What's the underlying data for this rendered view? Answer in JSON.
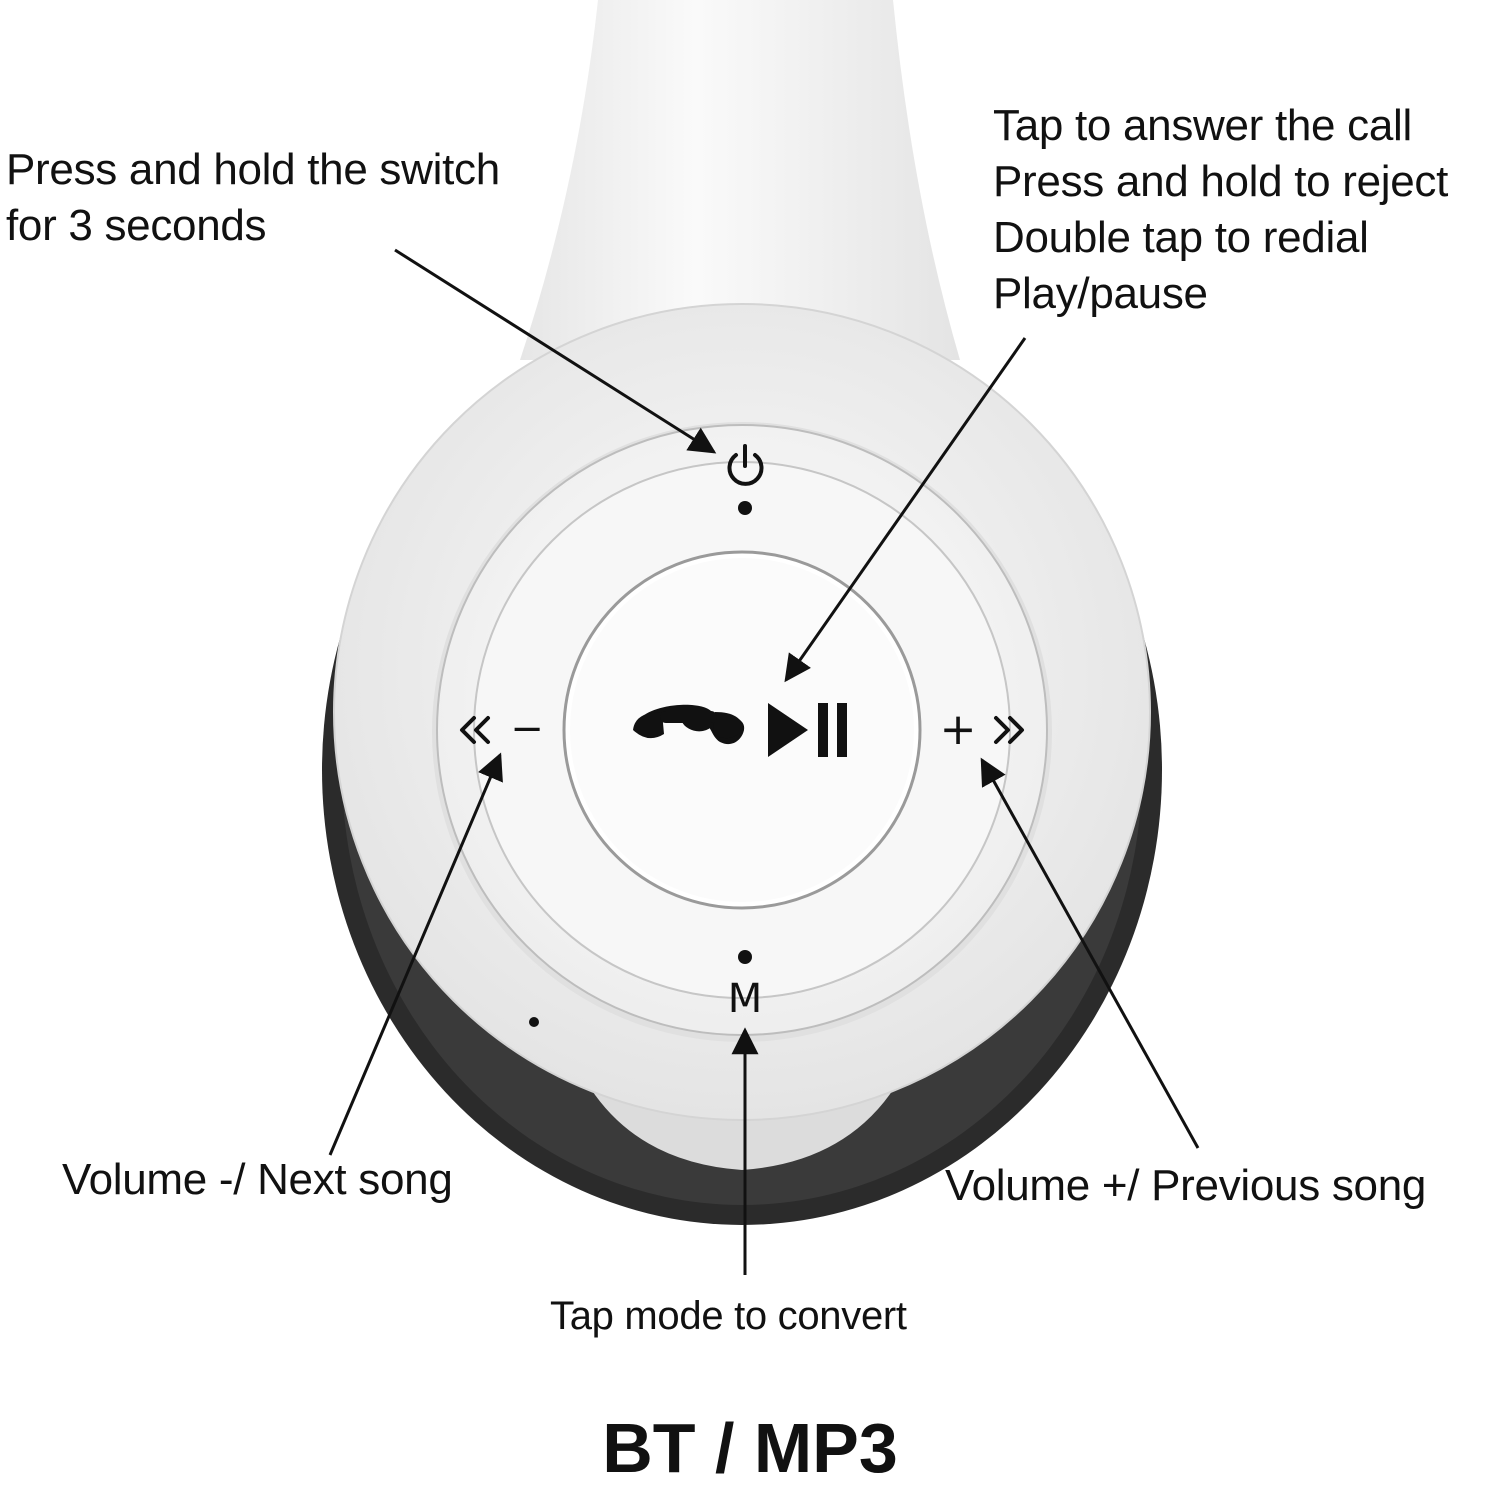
{
  "callouts": {
    "power": {
      "lines": [
        "Press and hold the switch",
        "for 3 seconds"
      ]
    },
    "play_pause": {
      "lines": [
        "Tap to answer the call",
        "Press and hold to reject",
        "Double tap to redial",
        "Play/pause"
      ]
    },
    "volume_down": {
      "lines": [
        "Volume -/ Next song"
      ]
    },
    "volume_up": {
      "lines": [
        "Volume +/ Previous song"
      ]
    },
    "mode": {
      "lines": [
        "Tap mode to convert"
      ]
    }
  },
  "buttons": {
    "power_icon": "power-icon",
    "phone_icon": "phone-icon",
    "play_pause_icon": "play-pause-icon",
    "rewind_icon": "rewind-icon",
    "minus_label": "−",
    "plus_label": "+",
    "fast_forward_icon": "fast-forward-icon",
    "mode_label": "M"
  },
  "footer": {
    "title": "BT / MP3"
  },
  "colors": {
    "headphone_white": "#f3f3f3",
    "cushion_dark": "#2a2a2a",
    "ink": "#111111"
  }
}
